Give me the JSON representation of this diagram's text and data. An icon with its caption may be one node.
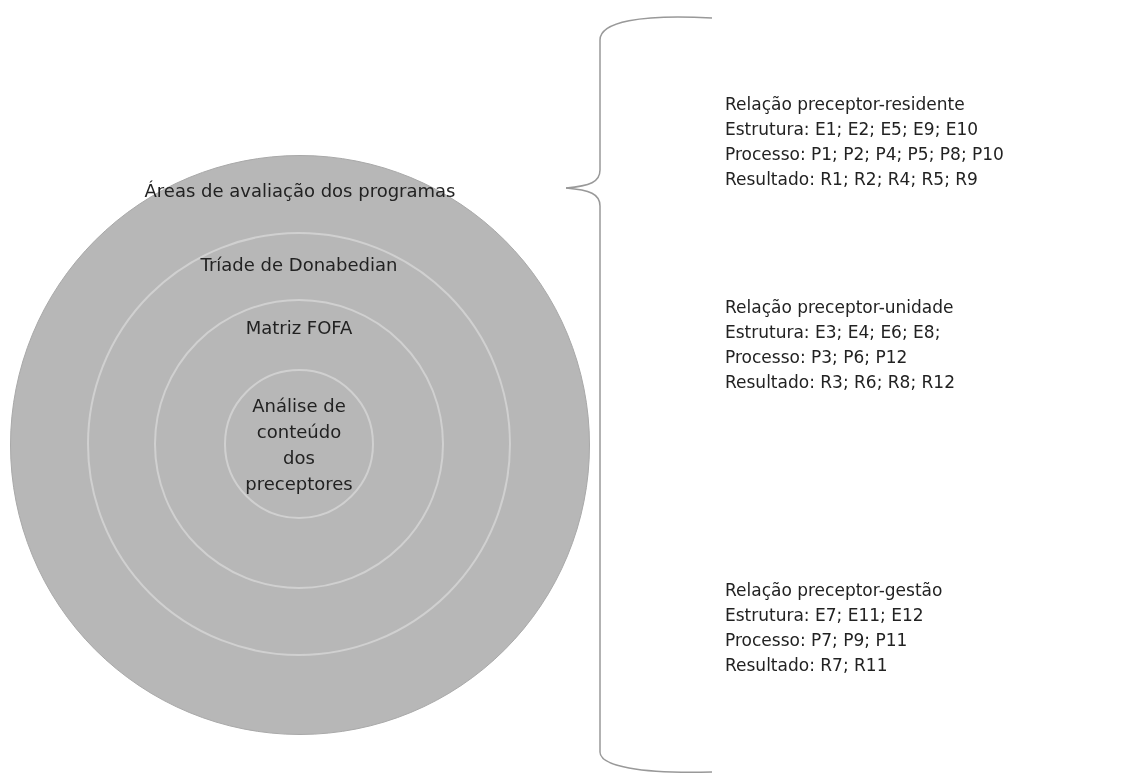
{
  "diagram": {
    "nodes": [
      {
        "text": [
          "Áreas de avaliação dos programas"
        ]
      },
      {
        "text": [
          "Tríade de Donabedian"
        ],
        "in": 0
      },
      {
        "text": [
          "Matriz FOFA"
        ],
        "in": 1
      },
      {
        "text": [
          "Análise de conteúdo dos preceptores"
        ],
        "in": 2
      }
    ],
    "edges": [],
    "labels": [
      "Relação preceptor-residente",
      "Estrutura: E1; E2; E5; E9; E10",
      "Processo: P1; P2; P4; P5; P8; P10",
      "Resultado: R1; R2; R4; R5; R9",
      "Relação preceptor-unidade",
      "Estrutura: E3; E4; E6; E8;",
      "Processo: P3; P6; P12",
      "Resultado: R3; R6; R8; R12",
      "Relação preceptor-gestão",
      "Estrutura: E7; E11; E12",
      "Processo: P7; P9; P11",
      "Resultado: R7; R11"
    ]
  }
}
